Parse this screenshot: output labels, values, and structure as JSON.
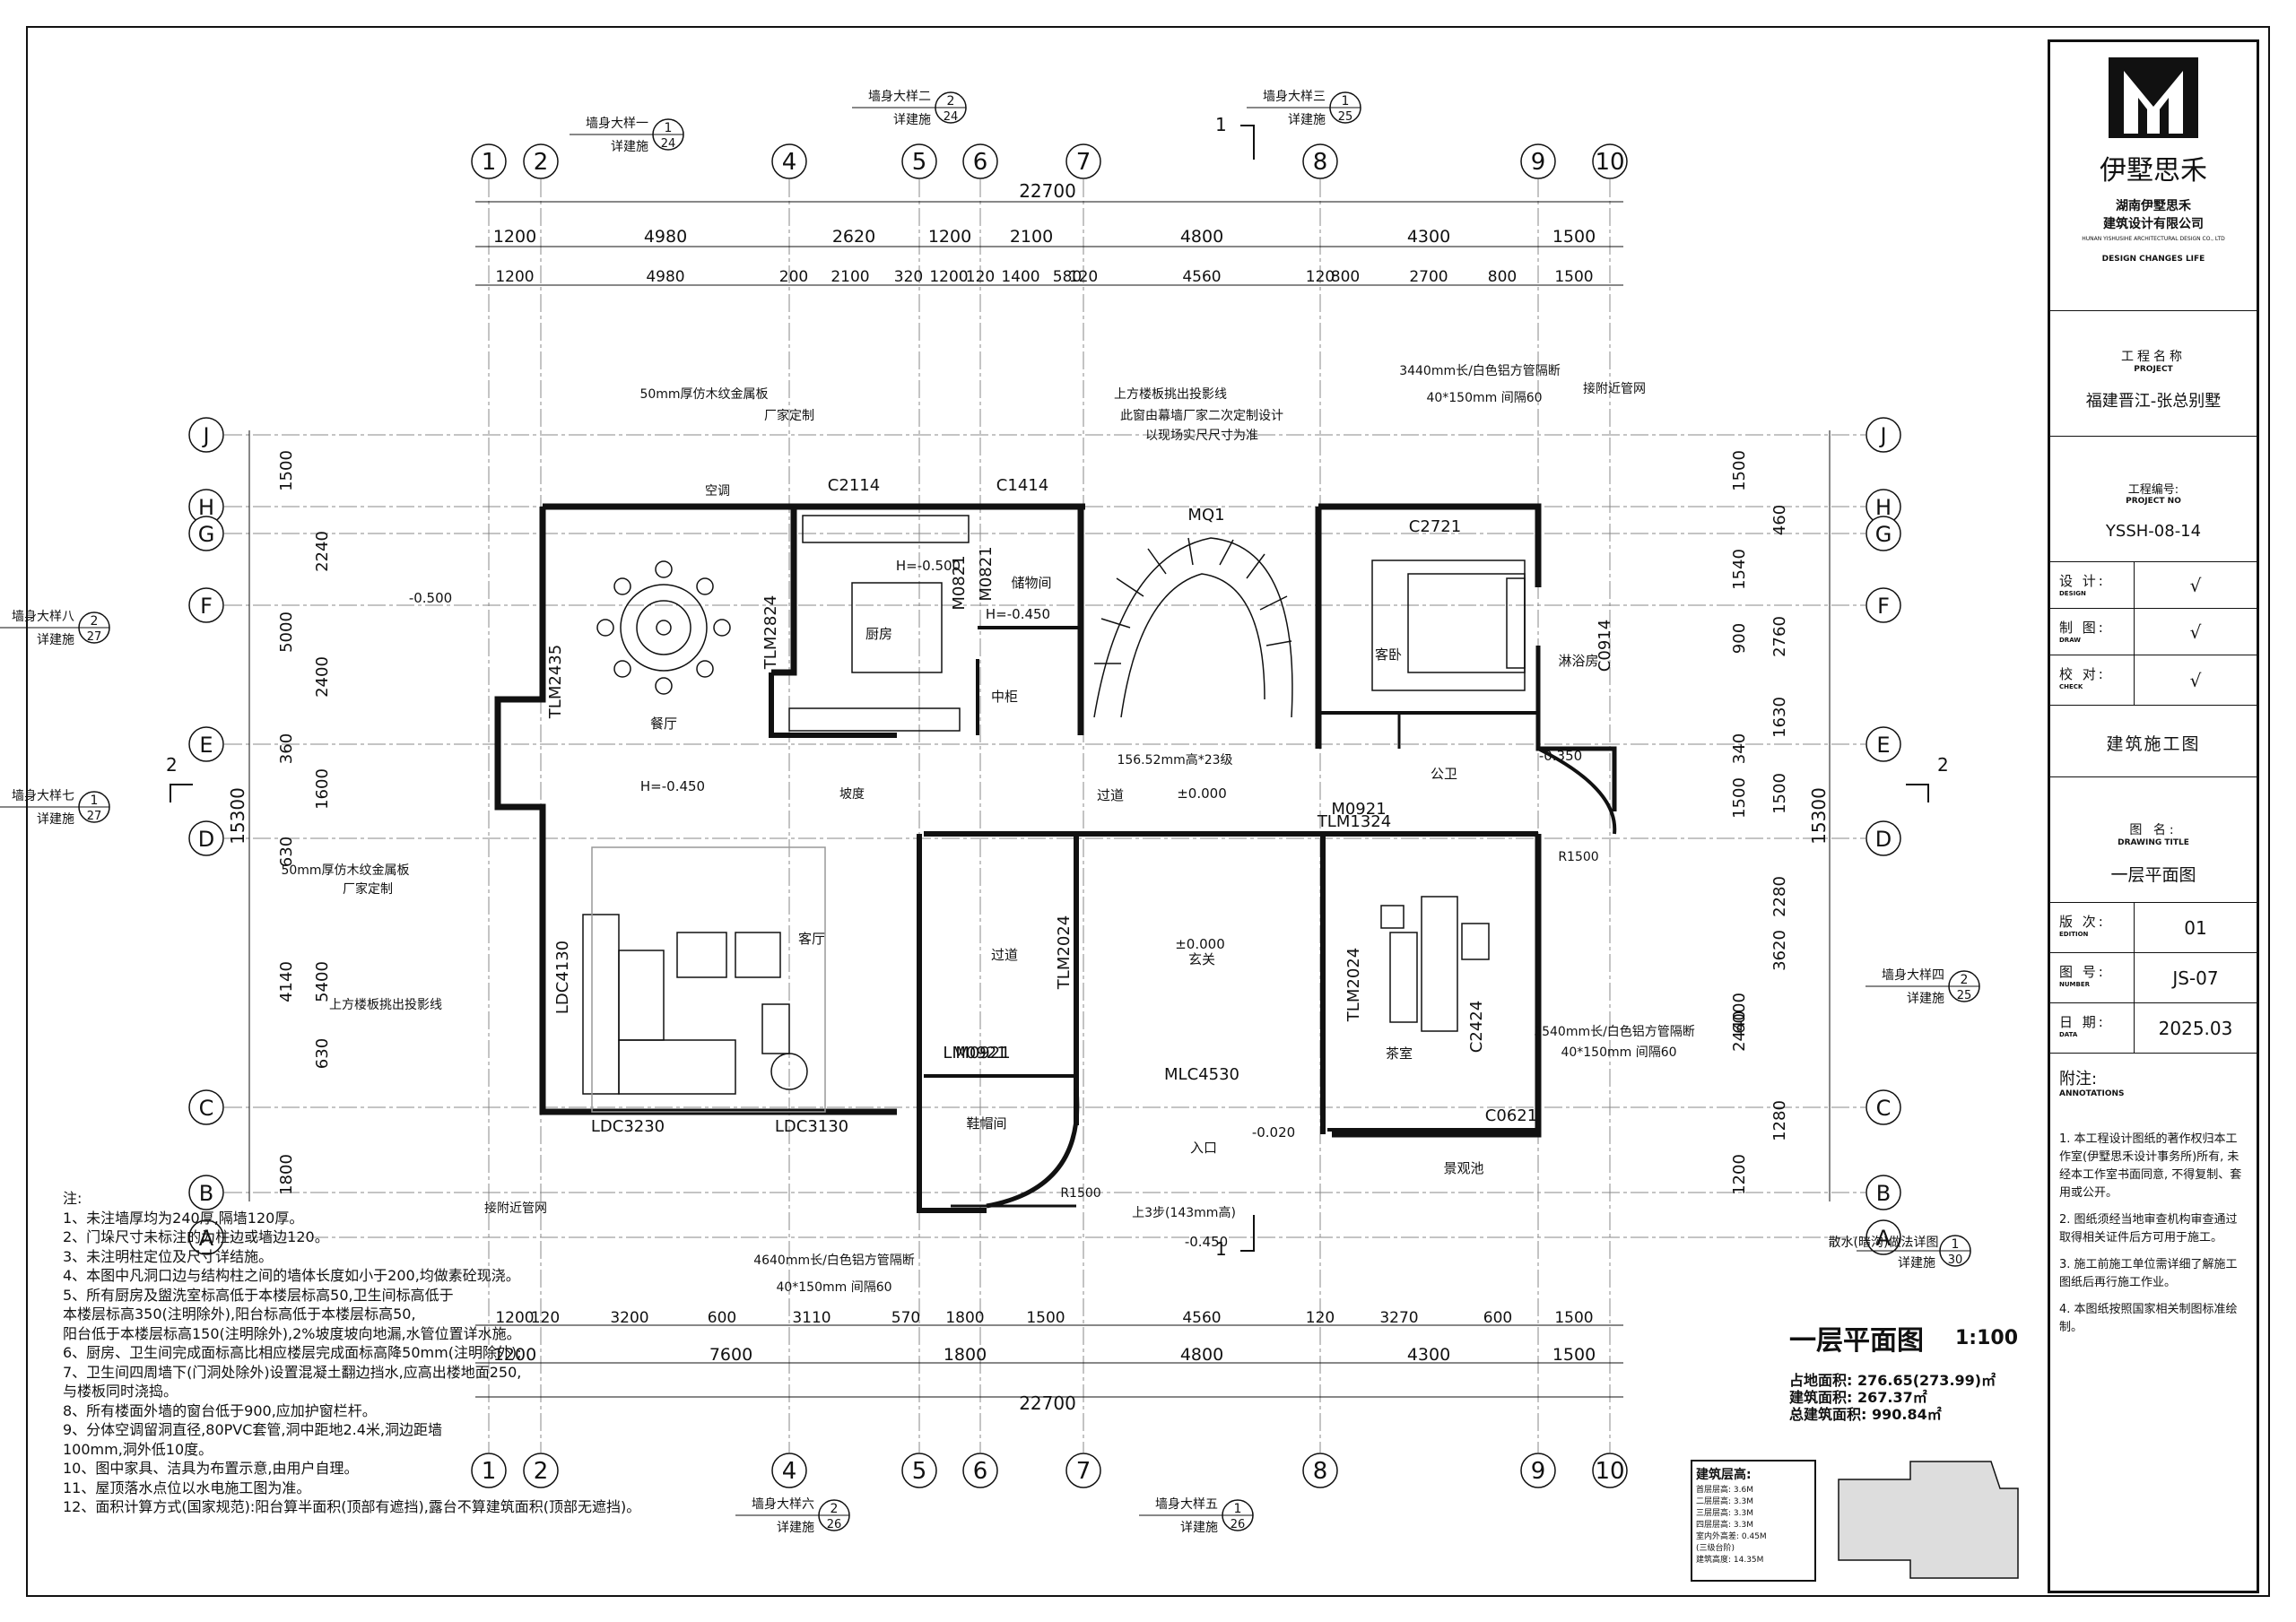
{
  "drawing": {
    "plan_title": "一层平面图",
    "plan_scale": "1:100",
    "areas": [
      {
        "label": "占地面积:",
        "value": "276.65(273.99)㎡"
      },
      {
        "label": "建筑面积:",
        "value": "267.37㎡"
      },
      {
        "label": "总建筑面积:",
        "value": "990.84㎡"
      }
    ]
  },
  "grid_axes_h": [
    "1",
    "2",
    "4",
    "5",
    "6",
    "7",
    "8",
    "9",
    "10"
  ],
  "grid_axes_v": [
    "J",
    "H",
    "G",
    "F",
    "E",
    "D",
    "C",
    "B",
    "A"
  ],
  "dims": {
    "top_total": "22700",
    "top_row1": [
      "1200",
      "4980",
      "2620",
      "1200",
      "2100",
      "4800",
      "4300",
      "1500"
    ],
    "top_row2": [
      "1200",
      "4980",
      "200",
      "2100",
      "320",
      "1200",
      "120",
      "1400",
      "580",
      "120",
      "4560",
      "120",
      "800",
      "2700",
      "800",
      "1500"
    ],
    "bottom_row1": [
      "1200",
      "120",
      "3200",
      "600",
      "3110",
      "570",
      "1800",
      "1500",
      "4560",
      "120",
      "3270",
      "600",
      "1500"
    ],
    "bottom_row2": [
      "1200",
      "7600",
      "1800",
      "4800",
      "4300",
      "1500"
    ],
    "bottom_total": "22700",
    "left_total": "15300",
    "left_dims": [
      "1500",
      "2240",
      "5000",
      "2400",
      "360",
      "1600",
      "630",
      "5400",
      "4140",
      "630",
      "1800"
    ],
    "right_total": "15300",
    "right_dims": [
      "1500",
      "460",
      "1540",
      "2760",
      "900",
      "1630",
      "340",
      "1500",
      "1500",
      "2280",
      "6000",
      "3620",
      "2440",
      "1280",
      "1200"
    ]
  },
  "rooms": [
    {
      "key": "dining",
      "name": "餐厅"
    },
    {
      "key": "kitchen",
      "name": "厨房"
    },
    {
      "key": "storage",
      "name": "储物间"
    },
    {
      "key": "living",
      "name": "客厅"
    },
    {
      "key": "corridor1",
      "name": "过道"
    },
    {
      "key": "corridor2",
      "name": "过道"
    },
    {
      "key": "foyer",
      "name": "玄关"
    },
    {
      "key": "guest",
      "name": "客卧"
    },
    {
      "key": "shower",
      "name": "淋浴房"
    },
    {
      "key": "wc",
      "name": "公卫"
    },
    {
      "key": "tea",
      "name": "茶室"
    },
    {
      "key": "shoe",
      "name": "鞋帽间"
    },
    {
      "key": "entry",
      "name": "入口"
    },
    {
      "key": "pond",
      "name": "景观池"
    },
    {
      "key": "closet",
      "name": "中柜"
    }
  ],
  "elevations": [
    "H=-0.500",
    "H=-0.450",
    "H=-0.450",
    "±0.000",
    "±0.000",
    "-0.350",
    "-0.500",
    "-0.020",
    "-0.450"
  ],
  "doors_windows": [
    "C2114",
    "C1414",
    "MQ1",
    "C2721",
    "C0914",
    "TLM2824",
    "M0821",
    "TLM2435",
    "TLM1324",
    "M0921",
    "M0921",
    "TLM2024",
    "TLM2024",
    "LDC4130",
    "LDC3230",
    "LDC3130",
    "MLC4530",
    "C0621",
    "C2424",
    "LM0921",
    "M0821"
  ],
  "annotations": {
    "a1": "50mm厚仿木纹金属板",
    "a1b": "厂家定制",
    "a2": "上方楼板挑出投影线",
    "a3": "此窗由幕墙厂家二次定制设计",
    "a3b": "以现场实尺尺寸为准",
    "a4": "3440mm长/白色铝方管隔断",
    "a4b": "40*150mm  间隔60",
    "a5": "接附近管网",
    "a6": "上方楼板挑出投影线",
    "a7": "50mm厚仿木纹金属板",
    "a7b": "厂家定制",
    "a8": "3540mm长/白色铝方管隔断",
    "a8b": "40*150mm  间隔60",
    "a9": "4640mm长/白色铝方管隔断",
    "a9b": "40*150mm  间隔60",
    "a10": "接附近管网",
    "a11": "散水(暗沟)做法详图",
    "a12": "156.52mm高*23级",
    "a13": "上3步(143mm高)",
    "a14": "R1500",
    "a15": "R1500",
    "a16": "坡度",
    "a17": "空调"
  },
  "wall_details": [
    {
      "title": "墙身大样一",
      "sub": "详建施",
      "num": "1",
      "sheet": "24"
    },
    {
      "title": "墙身大样二",
      "sub": "详建施",
      "num": "2",
      "sheet": "24"
    },
    {
      "title": "墙身大样三",
      "sub": "详建施",
      "num": "1",
      "sheet": "25"
    },
    {
      "title": "墙身大样八",
      "sub": "详建施",
      "num": "2",
      "sheet": "27"
    },
    {
      "title": "墙身大样七",
      "sub": "详建施",
      "num": "1",
      "sheet": "27"
    },
    {
      "title": "墙身大样四",
      "sub": "详建施",
      "num": "2",
      "sheet": "25"
    },
    {
      "title": "墙身大样六",
      "sub": "详建施",
      "num": "2",
      "sheet": "26"
    },
    {
      "title": "墙身大样五",
      "sub": "详建施",
      "num": "1",
      "sheet": "26"
    },
    {
      "title": "",
      "sub": "详建施",
      "num": "1",
      "sheet": "30"
    }
  ],
  "section_marks": [
    "1",
    "1",
    "2",
    "2"
  ],
  "notes_title": "注:",
  "notes": [
    "1、未注墙厚均为240厚,隔墙120厚。",
    "2、门垛尺寸未标注的为柱边或墙边120。",
    "3、未注明柱定位及尺寸详结施。",
    "4、本图中凡洞口边与结构柱之间的墙体长度如小于200,均做素砼现浇。",
    "5、所有厨房及盥洗室标高低于本楼层标高50,卫生间标高低于",
    "本楼层标高350(注明除外),阳台标高低于本楼层标高50,",
    "阳台低于本楼层标高150(注明除外),2%坡度坡向地漏,水管位置详水施。",
    "6、厨房、卫生间完成面标高比相应楼层完成面标高降50mm(注明除外);",
    "7、卫生间四周墙下(门洞处除外)设置混凝土翻边挡水,应高出楼地面250,",
    "与楼板同时浇捣。",
    "8、所有楼面外墙的窗台低于900,应加护窗栏杆。",
    "9、分体空调留洞直径,80PVC套管,洞中距地2.4米,洞边距墙",
    "100mm,洞外低10度。",
    "10、图中家具、洁具为布置示意,由用户自理。",
    "11、屋顶落水点位以水电施工图为准。",
    "12、面积计算方式(国家规范):阳台算半面积(顶部有遮挡),露台不算建筑面积(顶部无遮挡)。"
  ],
  "floor_heights": {
    "title": "建筑层高:",
    "rows": [
      "首层层高: 3.6M",
      "二层层高: 3.3M",
      "三层层高: 3.3M",
      "四层层高: 3.3M",
      "室内外高差: 0.45M",
      "(三级台阶)",
      "建筑高度: 14.35M"
    ]
  },
  "titleblock": {
    "brand": "伊墅思禾",
    "company": "湖南伊墅思禾",
    "company2": "建筑设计有限公司",
    "company_en": "HUNAN YISHUSIHE ARCHITECTURAL DESIGN CO., LTD",
    "slogan": "DESIGN CHANGES LIFE",
    "project_label": "工程名称",
    "project_label_en": "PROJECT",
    "project_name": "福建晋江-张总别墅",
    "project_no_label": "工程编号:",
    "project_no_label_en": "PROJECT NO",
    "project_no": "YSSH-08-14",
    "design_label": "设  计:",
    "design_en": "DESIGN",
    "draw_label": "制  图:",
    "draw_en": "DRAW",
    "check_label": "校  对:",
    "check_en": "CHECK",
    "check_mark": "√",
    "stage": "建筑施工图",
    "drawing_title_label": "图  名:",
    "drawing_title_en": "DRAWING TITLE",
    "drawing_title": "一层平面图",
    "edition_label": "版  次:",
    "edition_en": "EDITION",
    "edition": "01",
    "number_label": "图  号:",
    "number_en": "NUMBER",
    "number": "JS-07",
    "date_label": "日  期:",
    "date_en": "DATA",
    "date": "2025.03",
    "remarks_label": "附注:",
    "remarks_en": "ANNOTATIONS",
    "remarks": [
      "1. 本工程设计图纸的著作权归本工作室(伊墅思禾设计事务所)所有, 未经本工作室书面同意, 不得复制、套用或公开。",
      "2. 图纸须经当地审查机构审查通过取得相关证件后方可用于施工。",
      "3. 施工前施工单位需详细了解施工图纸后再行施工作业。",
      "4. 本图纸按照国家相关制图标准绘制。"
    ]
  }
}
